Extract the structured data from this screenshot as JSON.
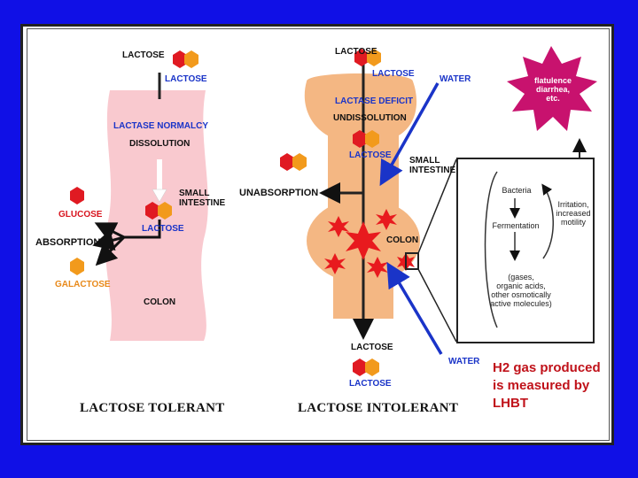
{
  "tolerant": {
    "lactose_top": "LACTOSE",
    "lactose_top_sub": "LACTOSE",
    "normalcy": "LACTASE NORMALCY",
    "dissolution": "DISSOLUTION",
    "small_intestine": "SMALL\nINTESTINE",
    "lactose_mid": "LACTOSE",
    "glucose": "GLUCOSE",
    "absorption": "ABSORPTION",
    "galactose": "GALACTOSE",
    "colon": "COLON",
    "caption": "LACTOSE TOLERANT"
  },
  "intolerant": {
    "lactose_top": "LACTOSE",
    "lactose_top_sub": "LACTOSE",
    "water_top": "WATER",
    "deficit": "LACTASE DEFICIT",
    "undissolution": "UNDISSOLUTION",
    "lactose_mid": "LACTOSE",
    "small_intestine": "SMALL\nINTESTINE",
    "unabsorption": "UNABSORPTION",
    "colon": "COLON",
    "lactose_bottom": "LACTOSE",
    "lactose_bottom_sub": "LACTOSE",
    "water_bottom": "WATER",
    "caption": "LACTOSE INTOLERANT"
  },
  "star_label": "flatulence\ndiarrhea,\netc.",
  "inset": {
    "bacteria": "Bacteria",
    "fermentation": "Fermentation",
    "irritation": "Irritation,\nincreased\nmotility",
    "products": "(gases,\norganic acids,\nother osmotically\nactive molecules)"
  },
  "note": "H2 gas produced is measured by LHBT",
  "colors": {
    "background": "#1010e6",
    "intestine_pink": "#f9c9cf",
    "intestine_tan": "#f4b783",
    "hex_red": "#e01a22",
    "hex_orange": "#f29a1c",
    "star_magenta": "#c8126e",
    "arrow_blue": "#1a34c8"
  }
}
